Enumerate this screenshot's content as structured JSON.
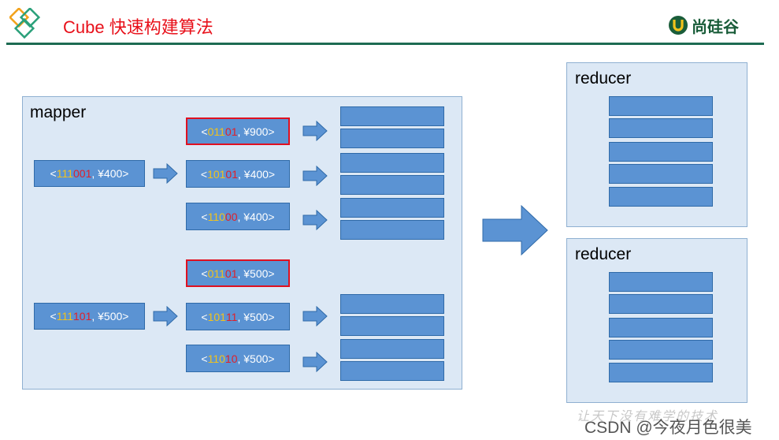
{
  "header": {
    "title": "Cube 快速构建算法",
    "brand_text": "尚硅谷"
  },
  "mapper": {
    "label": "mapper",
    "inputs": [
      {
        "prefix": "<",
        "parts": [
          {
            "t": "111",
            "c": "yellow"
          },
          {
            "t": "001",
            "c": "red"
          }
        ],
        "suffix": ", ¥400>"
      },
      {
        "prefix": "<",
        "parts": [
          {
            "t": "111",
            "c": "yellow"
          },
          {
            "t": "101",
            "c": "red"
          }
        ],
        "suffix": ", ¥500>"
      }
    ],
    "outputs": [
      {
        "prefix": "<",
        "parts": [
          {
            "t": "011",
            "c": "yellow"
          },
          {
            "t": "01",
            "c": "red"
          }
        ],
        "suffix": ", ¥900>",
        "highlight": true
      },
      {
        "prefix": "<",
        "parts": [
          {
            "t": "101",
            "c": "yellow"
          },
          {
            "t": "01",
            "c": "red"
          }
        ],
        "suffix": ", ¥400>",
        "highlight": false
      },
      {
        "prefix": "<",
        "parts": [
          {
            "t": "110",
            "c": "yellow"
          },
          {
            "t": "00",
            "c": "red"
          }
        ],
        "suffix": ", ¥400>",
        "highlight": false
      },
      {
        "prefix": "<",
        "parts": [
          {
            "t": "011",
            "c": "yellow"
          },
          {
            "t": "01",
            "c": "red"
          }
        ],
        "suffix": ", ¥500>",
        "highlight": true
      },
      {
        "prefix": "<",
        "parts": [
          {
            "t": "101",
            "c": "yellow"
          },
          {
            "t": "11",
            "c": "red"
          }
        ],
        "suffix": ", ¥500>",
        "highlight": false
      },
      {
        "prefix": "<",
        "parts": [
          {
            "t": "110",
            "c": "yellow"
          },
          {
            "t": "10",
            "c": "red"
          }
        ],
        "suffix": ", ¥500>",
        "highlight": false
      }
    ]
  },
  "reducers": [
    {
      "label": "reducer"
    },
    {
      "label": "reducer"
    }
  ],
  "watermark": {
    "scrawl": "让天下没有难学的技术",
    "text": "CSDN @今夜月色很美"
  },
  "colors": {
    "title": "#e8101a",
    "panel_bg": "#dce8f5",
    "block": "#5b93d3",
    "highlight_border": "#e01020",
    "header_rule": "#1d6b52"
  }
}
